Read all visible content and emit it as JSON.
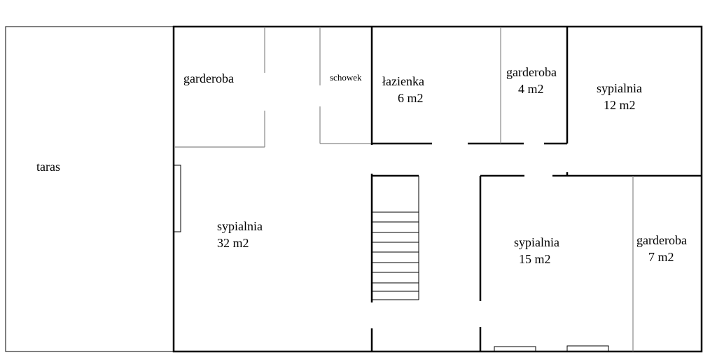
{
  "rooms": {
    "taras": {
      "name": "taras"
    },
    "garderoba_left": {
      "name": "garderoba"
    },
    "schowek": {
      "name": "schowek"
    },
    "lazienka": {
      "name": "łazienka",
      "area": "6 m2"
    },
    "garderoba_4": {
      "name": "garderoba",
      "area": "4 m2"
    },
    "sypialnia_12": {
      "name": "sypialnia",
      "area": "12 m2"
    },
    "sypialnia_32": {
      "name": "sypialnia",
      "area": "32 m2"
    },
    "sypialnia_15": {
      "name": "sypialnia",
      "area": "15 m2"
    },
    "garderoba_7": {
      "name": "garderoba",
      "area": "7 m2"
    }
  }
}
